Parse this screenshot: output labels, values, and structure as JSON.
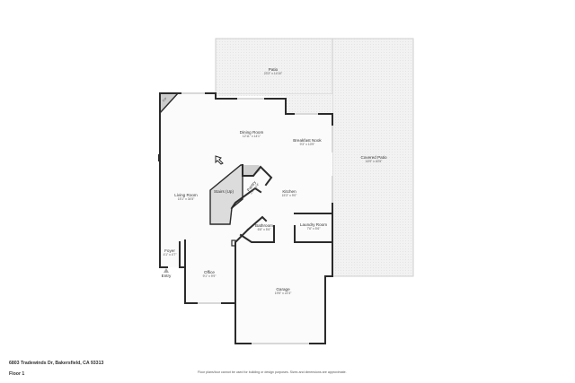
{
  "plan": {
    "address": "6803 Tradewinds Dr, Bakersfield, CA 93313",
    "floor": "Floor 1",
    "disclaimer": "Floor plans/tour cannot be used for building or design purposes. Sizes and dimensions are approximate.",
    "colors": {
      "wall": "#2b2b2b",
      "outdoor_fill": "#f0f0f0",
      "indoor_fill": "#fbfbfb",
      "stairs_fill": "#dcdcdc",
      "window": "#d8d8d8"
    }
  },
  "rooms": {
    "patio": {
      "name": "Patio",
      "dims": "23'3\" x 14'10\""
    },
    "covered_patio": {
      "name": "Covered Patio",
      "dims": "16'9\" x 40'5\""
    },
    "dining_room": {
      "name": "Dining Room",
      "dims": "12'11\" x 14'1\""
    },
    "breakfast_nook": {
      "name": "Breakfast Nook",
      "dims": "9'3\" x 10'9\""
    },
    "living_room": {
      "name": "Living Room",
      "dims": "15'1\" x 34'5\""
    },
    "stairs": {
      "name": "Stairs (Up)",
      "dims": ""
    },
    "pantry": {
      "name": "Pantry",
      "dims": "3'6\" x 2'4\""
    },
    "kitchen": {
      "name": "Kitchen",
      "dims": "15'3\" x 9'0\""
    },
    "bathroom": {
      "name": "Bathroom",
      "dims": "6'8\" x 5'6\""
    },
    "laundry_room": {
      "name": "Laundry Room",
      "dims": "7'6\" x 5'6\""
    },
    "foyer": {
      "name": "Foyer",
      "dims": "4'1\" x 4'7\""
    },
    "entry": {
      "name": "Entry",
      "icon": "entry-arrow-icon"
    },
    "office": {
      "name": "Office",
      "dims": "9'1\" x 9'9\""
    },
    "garage": {
      "name": "Garage",
      "dims": "19'5\" x 22'3\""
    },
    "fireplace": {
      "name": "F/P"
    }
  }
}
